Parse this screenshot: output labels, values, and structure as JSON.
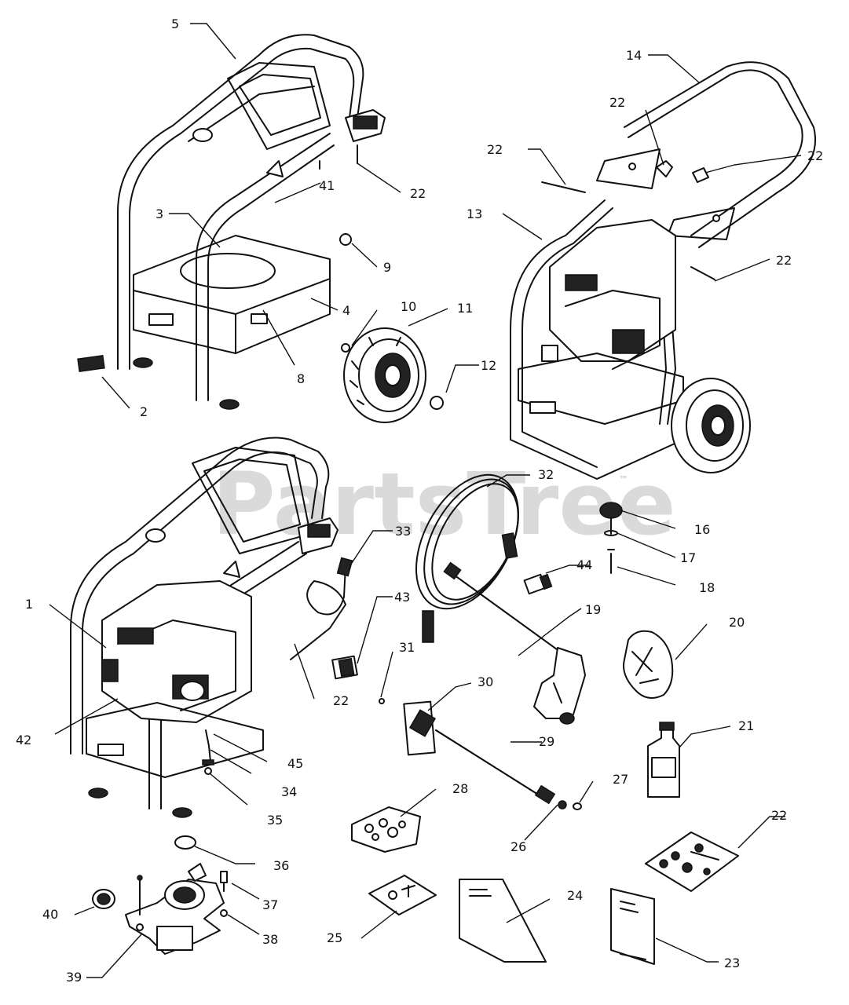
{
  "watermark": {
    "text": "PartsTree",
    "mark": "™"
  },
  "callouts": [
    {
      "label": "5"
    },
    {
      "label": "22"
    },
    {
      "label": "41"
    },
    {
      "label": "3"
    },
    {
      "label": "9"
    },
    {
      "label": "10"
    },
    {
      "label": "11"
    },
    {
      "label": "4"
    },
    {
      "label": "8"
    },
    {
      "label": "12"
    },
    {
      "label": "2"
    },
    {
      "label": "14"
    },
    {
      "label": "22"
    },
    {
      "label": "22"
    },
    {
      "label": "22"
    },
    {
      "label": "13"
    },
    {
      "label": "22"
    },
    {
      "label": "16"
    },
    {
      "label": "17"
    },
    {
      "label": "18"
    },
    {
      "label": "32"
    },
    {
      "label": "33"
    },
    {
      "label": "44"
    },
    {
      "label": "19"
    },
    {
      "label": "20"
    },
    {
      "label": "1"
    },
    {
      "label": "43"
    },
    {
      "label": "31"
    },
    {
      "label": "30"
    },
    {
      "label": "22"
    },
    {
      "label": "29"
    },
    {
      "label": "21"
    },
    {
      "label": "42"
    },
    {
      "label": "45"
    },
    {
      "label": "34"
    },
    {
      "label": "35"
    },
    {
      "label": "28"
    },
    {
      "label": "27"
    },
    {
      "label": "26"
    },
    {
      "label": "22"
    },
    {
      "label": "36"
    },
    {
      "label": "37"
    },
    {
      "label": "38"
    },
    {
      "label": "40"
    },
    {
      "label": "39"
    },
    {
      "label": "25"
    },
    {
      "label": "24"
    },
    {
      "label": "23"
    }
  ]
}
